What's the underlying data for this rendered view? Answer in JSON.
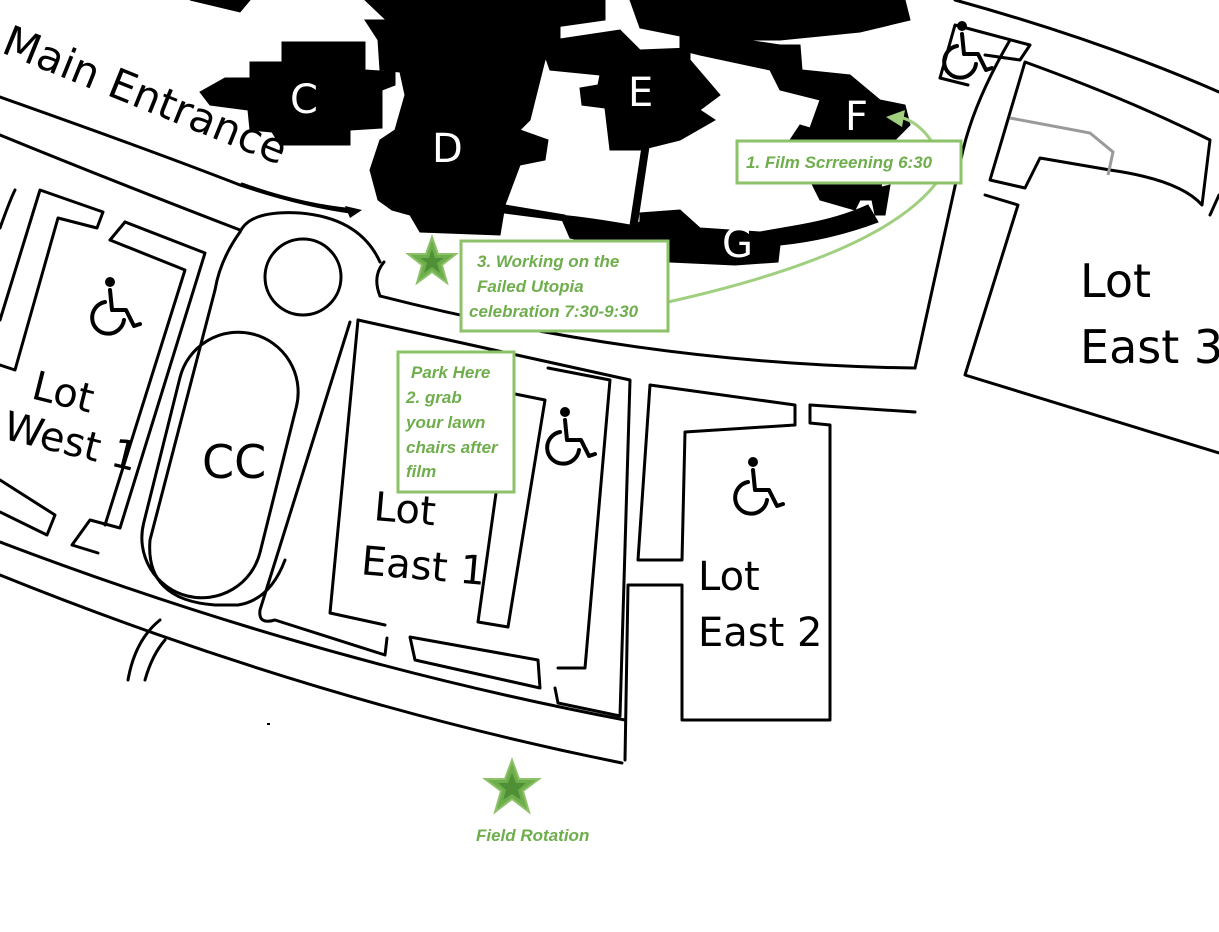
{
  "map": {
    "road_label": "Main Entrance",
    "buildings": [
      "C",
      "D",
      "E",
      "F",
      "G"
    ],
    "lots": {
      "west1": [
        "Lot",
        "West 1"
      ],
      "cc": "CC",
      "east1": [
        "Lot",
        "East 1"
      ],
      "east2": [
        "Lot",
        "East 2"
      ],
      "east3": [
        "Lot",
        "East 3"
      ]
    },
    "accessible_icon": "wheelchair-icon"
  },
  "notes": {
    "film": "1. Film Scrreening 6:30",
    "park": [
      "Park Here",
      "2. grab",
      "your lawn",
      "chairs after",
      "film"
    ],
    "working": [
      "3. Working on the",
      "Failed Utopia",
      "celebration 7:30-9:30"
    ],
    "field": "Field Rotation"
  },
  "colors": {
    "note_border": "#8dc26a",
    "note_text": "#6fae4c",
    "star": "#6fae4c"
  }
}
